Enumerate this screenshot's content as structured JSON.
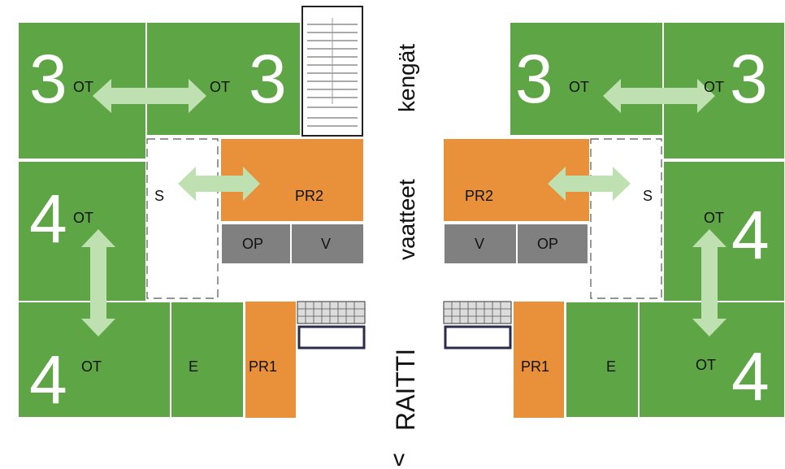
{
  "colors": {
    "green": "#5ea545",
    "orange": "#e8913a",
    "gray": "#808080",
    "arrow": "#bfe0b0",
    "white": "#ffffff",
    "dark": "#2b2b4a"
  },
  "texts": {
    "big3": "3",
    "big4": "4",
    "ot": "OT",
    "s": "S",
    "pr2": "PR2",
    "op": "OP",
    "v": "V",
    "e": "E",
    "pr1": "PR1",
    "kengat": "kengät",
    "vaatteet": "vaatteet",
    "raitti": "RAITTI",
    "bottom_v": "v"
  },
  "icons": {
    "arrows": "double-headed-arrow",
    "shoe_rack": "shelf-stack",
    "grid_panel": "grid-shelf"
  }
}
